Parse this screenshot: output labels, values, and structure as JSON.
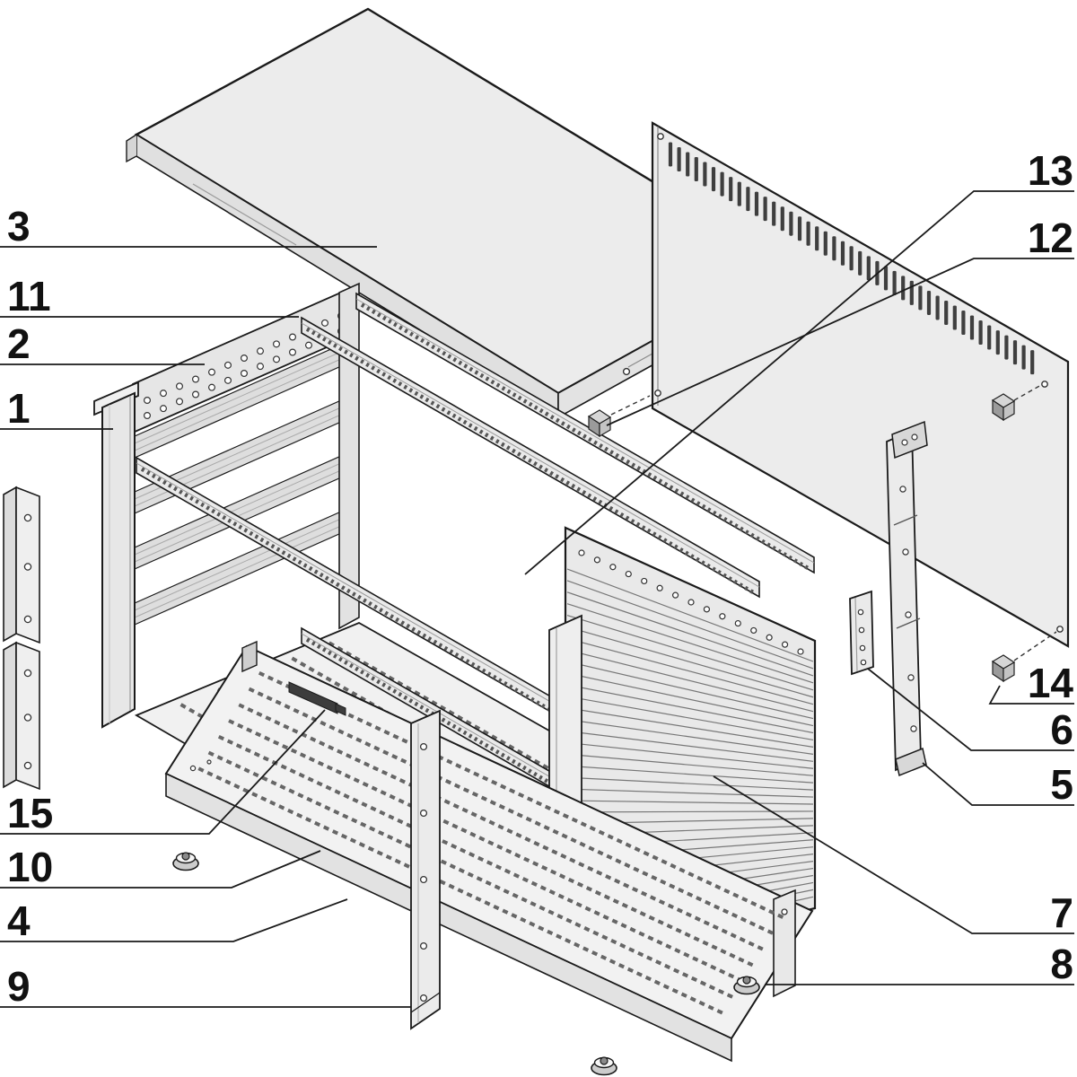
{
  "diagram": {
    "subject": "Exploded parts view of a rack enclosure chassis",
    "colors": {
      "line": "#1a1a1a",
      "panel_fill": "#ececec",
      "panel_shade": "#dedede",
      "slot_dark": "#3f3f3f",
      "background": "#ffffff"
    },
    "callouts": {
      "n1": "1",
      "n2": "2",
      "n3": "3",
      "n4": "4",
      "n5": "5",
      "n6": "6",
      "n7": "7",
      "n8": "8",
      "n9": "9",
      "n10": "10",
      "n11": "11",
      "n12": "12",
      "n13": "13",
      "n14": "14",
      "n15": "15"
    }
  }
}
